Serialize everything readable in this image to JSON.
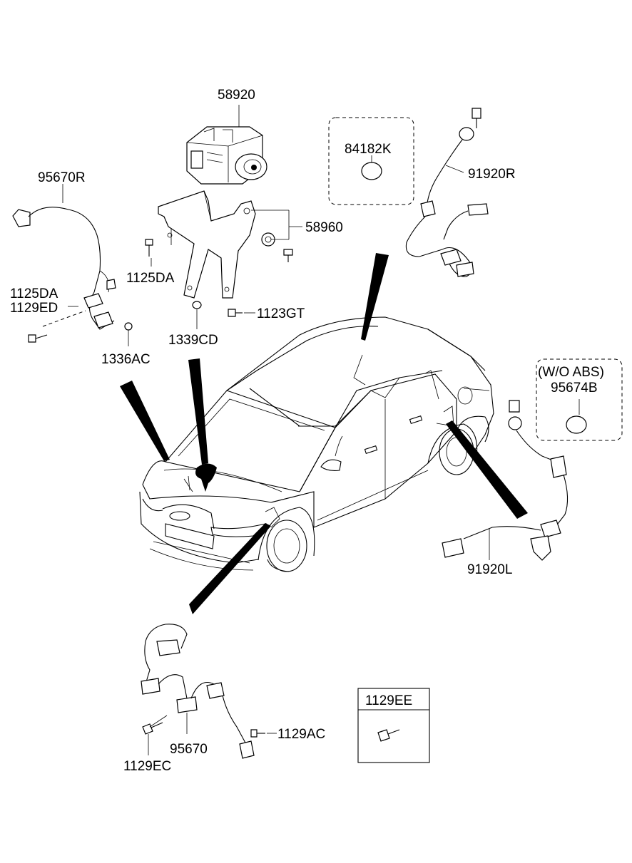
{
  "labels": {
    "p58920": "58920",
    "p84182K": "84182K",
    "p91920R": "91920R",
    "p95670R": "95670R",
    "p58960": "58960",
    "p1125DA_a": "1125DA",
    "p1129ED": "1129ED",
    "p1125DA_b": "1125DA",
    "p1123GT": "1123GT",
    "p1339CD": "1339CD",
    "p1336AC": "1336AC",
    "wo_abs": "(W/O ABS)",
    "p95674B": "95674B",
    "p91920L": "91920L",
    "p1129EE": "1129EE",
    "p1129AC": "1129AC",
    "p95670": "95670",
    "p1129EC": "1129EC"
  }
}
